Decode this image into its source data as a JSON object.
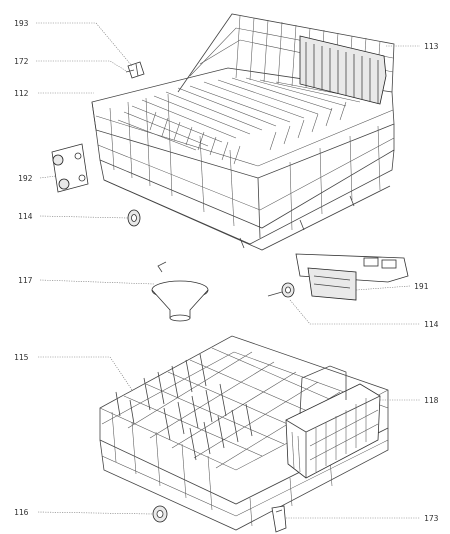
{
  "callouts": {
    "c193": "193",
    "c172": "172",
    "c112": "112",
    "c113": "113",
    "c192": "192",
    "c114a": "114",
    "c117": "117",
    "c191": "191",
    "c114b": "114",
    "c115": "115",
    "c118": "118",
    "c116": "116",
    "c173": "173"
  },
  "colors": {
    "line": "#444444",
    "label": "#333333",
    "background": "#ffffff"
  }
}
